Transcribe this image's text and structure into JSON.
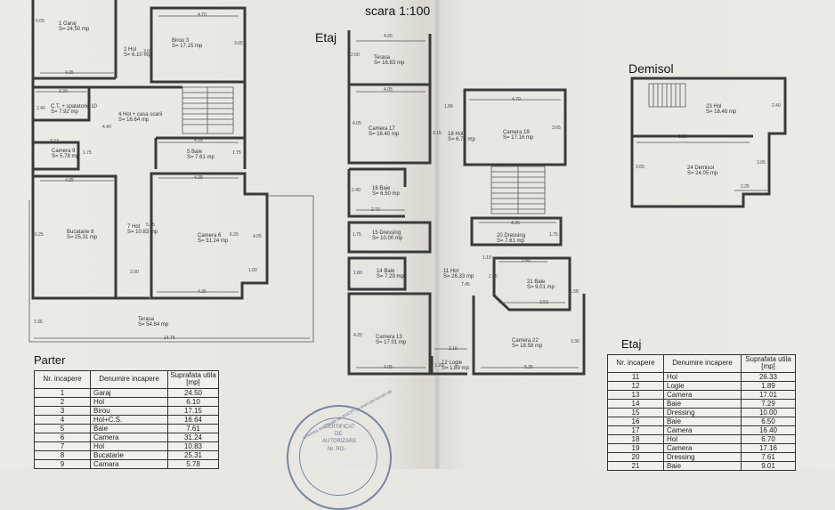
{
  "header": {
    "scale": "scara 1:100"
  },
  "sections": {
    "parter": "Parter",
    "etaj": "Etaj",
    "demisol": "Demisol",
    "etaj_table": "Etaj"
  },
  "rooms": {
    "garaj": [
      "Garaj",
      "S= 24.50 mp"
    ],
    "hol2": [
      "Hol",
      "S= 6.10 mp"
    ],
    "birou": [
      "Birou",
      "S= 17.15 mp"
    ],
    "ct": [
      "C.T. + spalatorie",
      "S= 7.92 mp"
    ],
    "holcs": [
      "Hol + casa scarii",
      "S= 16.64 mp"
    ],
    "camera9": [
      "Camera",
      "S= 5.78 mp"
    ],
    "baie5": [
      "Baie",
      "S= 7.61 mp"
    ],
    "bucatarie": [
      "Bucatarie",
      "S= 25.31 mp"
    ],
    "hol7": [
      "Hol",
      "S= 10.83 mp"
    ],
    "camera6": [
      "Camera",
      "S= 31.24 mp"
    ],
    "terasa_p": [
      "Terasa",
      "S= 54.84 mp"
    ],
    "terasa_e": [
      "Terasa",
      "S= 16.83 mp"
    ],
    "camera17": [
      "Camera",
      "S= 16.40 mp"
    ],
    "hol18": [
      "Hol",
      "S= 6.70 mp"
    ],
    "camera19": [
      "Camera",
      "S= 17.16 mp"
    ],
    "baie16": [
      "Baie",
      "S= 6.50 mp"
    ],
    "dressing15": [
      "Dressing",
      "S= 10.00 mp"
    ],
    "dressing20": [
      "Dressing",
      "S= 7.61 mp"
    ],
    "baie14": [
      "Baie",
      "S= 7.29 mp"
    ],
    "hol11": [
      "Hol",
      "S= 26.33 mp"
    ],
    "baie21": [
      "Baie",
      "S= 9.01 mp"
    ],
    "camera13": [
      "Camera",
      "S= 17.01 mp"
    ],
    "camera22": [
      "Camera",
      "S= 18.58 mp"
    ],
    "logie": [
      "Logie",
      "S= 1.89 mp"
    ],
    "hol23": [
      "Hol",
      "S= 18.48 mp"
    ],
    "demisol24": [
      "Demisol",
      "S= 24.05 mp"
    ]
  },
  "room_numbers": {
    "garaj": "1",
    "hol2": "2",
    "birou": "3",
    "holcs": "4",
    "baie5": "5",
    "camera6": "6",
    "hol7": "7",
    "bucatarie": "8",
    "camera9": "9",
    "ct": "10",
    "hol11": "11",
    "logie": "12",
    "camera13": "13",
    "baie14": "14",
    "dressing15": "15",
    "baie16": "16",
    "camera17": "17",
    "hol18": "18",
    "camera19": "19",
    "dressing20": "20",
    "baie21": "21",
    "camera22": "22",
    "hol23": "23",
    "demisol24": "24"
  },
  "dims": {
    "d605": "6.05",
    "d470a": "4.70",
    "d305": "3.05",
    "d365": "3.65",
    "d405a": "4.05",
    "d330": "3.30",
    "d240a": "2.40",
    "d440": "4.40",
    "d223": "2.23",
    "d175a": "1.75",
    "d435a": "4.35",
    "d175b": "1.75",
    "d405b": "4.05",
    "d435b": "4.35",
    "d625a": "6.25",
    "d525": "5.25",
    "d625b": "6.25",
    "d405c": "4.05",
    "d200a": "2.00",
    "d100": "1.00",
    "d435c": "4.35",
    "d235": "2.35",
    "d1475": "14.75",
    "e465": "4.65",
    "e260": "2.60",
    "e405a": "4.05",
    "e405b": "4.05",
    "e196": "1.96",
    "e470": "4.70",
    "e315": "3.15",
    "e365": "3.65",
    "e240a": "2.40",
    "e270": "2.70",
    "e435a": "4.35",
    "e175a": "1.75",
    "e175b": "1.75",
    "e180": "1.80",
    "e110": "1.10",
    "e240b": "2.40",
    "e205": "2.05",
    "e745": "7.45",
    "e158": "1.58",
    "e353": "3.53",
    "e420": "4.20",
    "e330": "3.30",
    "e210": "2.10",
    "e405c": "4.05",
    "e120": "1.20",
    "e535": "5.35",
    "m240": "2.40",
    "m520": "5.20",
    "m365": "3.65",
    "m305": "3.05",
    "m225": "2.25"
  },
  "table_headers": {
    "nr": "Nr. incapere",
    "name": "Denumire incapere",
    "area": "Suprafata utila [mp]"
  },
  "parter_rows": [
    [
      "1",
      "Garaj",
      "24.50"
    ],
    [
      "2",
      "Hol",
      "6.10"
    ],
    [
      "3",
      "Birou",
      "17.15"
    ],
    [
      "4",
      "Hol+C.S.",
      "16.64"
    ],
    [
      "5",
      "Baie",
      "7.61"
    ],
    [
      "6",
      "Camera",
      "31.24"
    ],
    [
      "7",
      "Hol",
      "10.83"
    ],
    [
      "8",
      "Bucatarie",
      "25.31"
    ],
    [
      "9",
      "Camara",
      "5.78"
    ]
  ],
  "etaj_rows": [
    [
      "11",
      "Hol",
      "26.33"
    ],
    [
      "12",
      "Logie",
      "1.89"
    ],
    [
      "13",
      "Camera",
      "17.01"
    ],
    [
      "14",
      "Baie",
      "7.29"
    ],
    [
      "15",
      "Dressing",
      "10.00"
    ],
    [
      "16",
      "Baie",
      "6.50"
    ],
    [
      "17",
      "Camera",
      "16.40"
    ],
    [
      "18",
      "Hol",
      "6.70"
    ],
    [
      "19",
      "Camera",
      "17.16"
    ],
    [
      "20",
      "Dressing",
      "7.61"
    ],
    [
      "21",
      "Baie",
      "9.01"
    ]
  ],
  "stamp": {
    "top": "Uniunea autorizata de ANCPI sa execute lucrari de",
    "line1": "CERTIFICAT",
    "line2": "DE",
    "line3": "AUTORIZARE",
    "line4": "Nr. RO-"
  }
}
